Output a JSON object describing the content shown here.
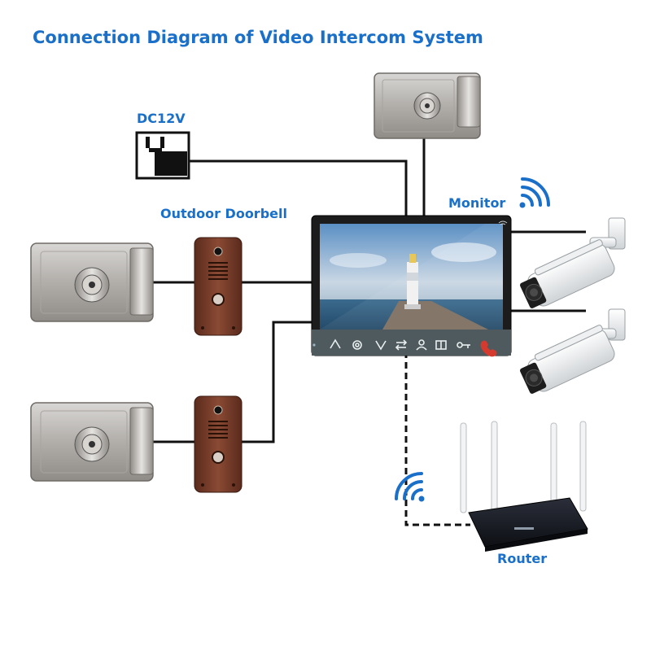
{
  "title": "Connection Diagram of Video Intercom System",
  "labels": {
    "dc_power": "DC12V",
    "outdoor_doorbell": "Outdoor Doorbell",
    "monitor": "Monitor",
    "router": "Router"
  },
  "icons": {
    "monitor_wifi": "wifi-icon",
    "router_wifi": "wifi-icon",
    "monitor_buttons": [
      "up-arrow-icon",
      "settings-icon",
      "down-arrow-icon",
      "transfer-icon",
      "users-icon",
      "door-icon",
      "key-icon",
      "phone-icon"
    ]
  },
  "colors": {
    "label": "#1a6fc9",
    "wire": "#111111",
    "monitor_body": "#1c1c1c",
    "lock_metal": "#b9b6b3",
    "doorbell": "#7a3e2c"
  }
}
